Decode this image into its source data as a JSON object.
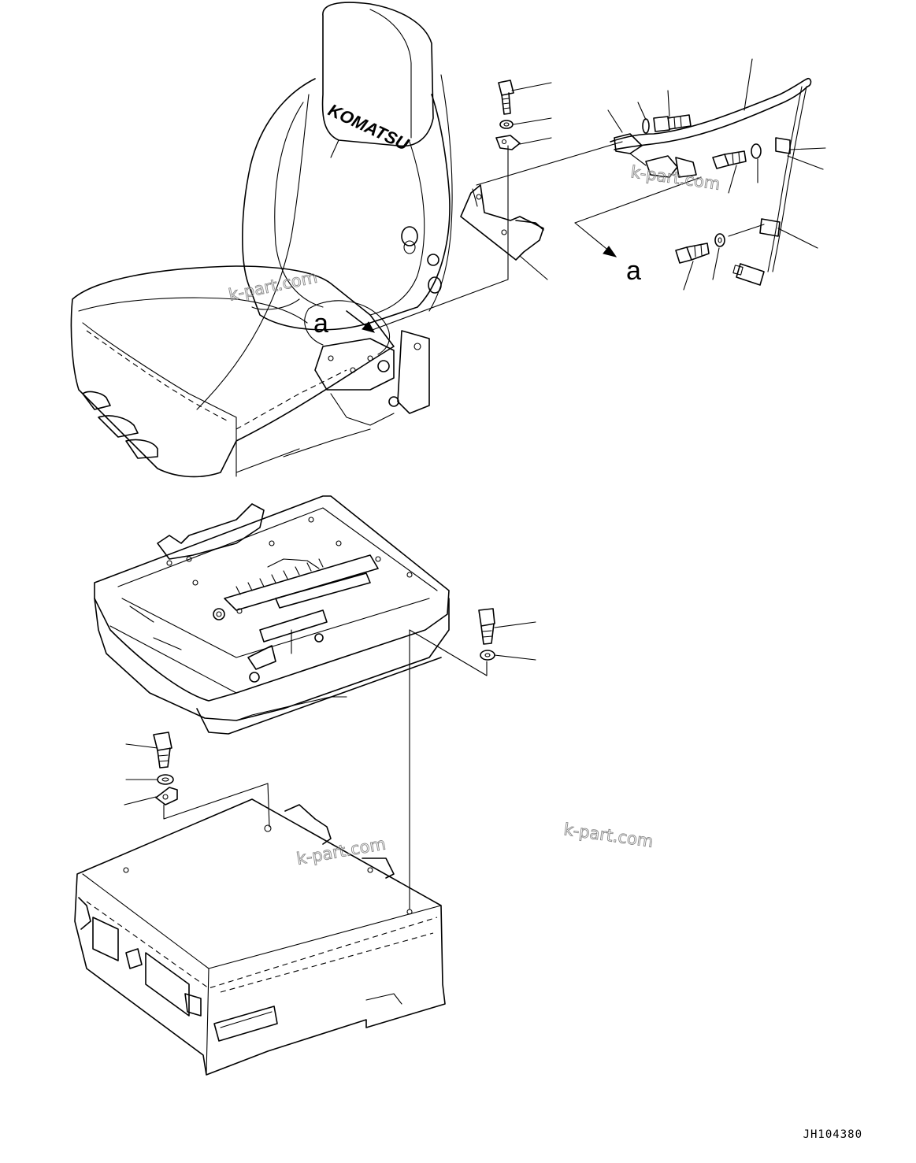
{
  "diagram": {
    "view_label_1": "a",
    "view_label_2": "a",
    "seat_logo_text": "KOMATSU",
    "watermark_1": "k-part.com",
    "watermark_2": "k-part.com",
    "watermark_3": "k-part.com",
    "watermark_4": "k-part.com",
    "drawing_number": "JH104380"
  }
}
